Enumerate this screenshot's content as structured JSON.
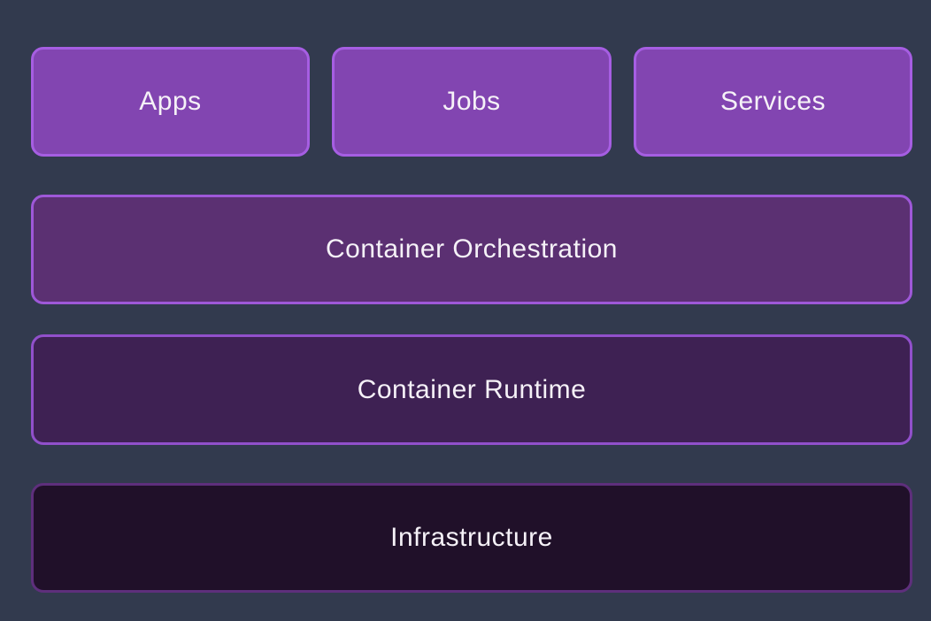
{
  "diagram": {
    "background_color": "#323A4E",
    "text_color": "#F5F1F7",
    "nodes": [
      {
        "label": "Apps",
        "level": 1,
        "fill": "#8245B1",
        "border": "#A65EE2"
      },
      {
        "label": "Jobs",
        "level": 1,
        "fill": "#8245B1",
        "border": "#A65EE2"
      },
      {
        "label": "Services",
        "level": 1,
        "fill": "#8245B1",
        "border": "#A65EE2"
      },
      {
        "label": "Container Orchestration",
        "level": 2,
        "fill": "#5B3072",
        "border": "#9E58D8"
      },
      {
        "label": "Container Runtime",
        "level": 3,
        "fill": "#3E2153",
        "border": "#9150CB"
      },
      {
        "label": "Infrastructure",
        "level": 4,
        "fill": "#201029",
        "border": "#5E2F7C"
      }
    ]
  }
}
